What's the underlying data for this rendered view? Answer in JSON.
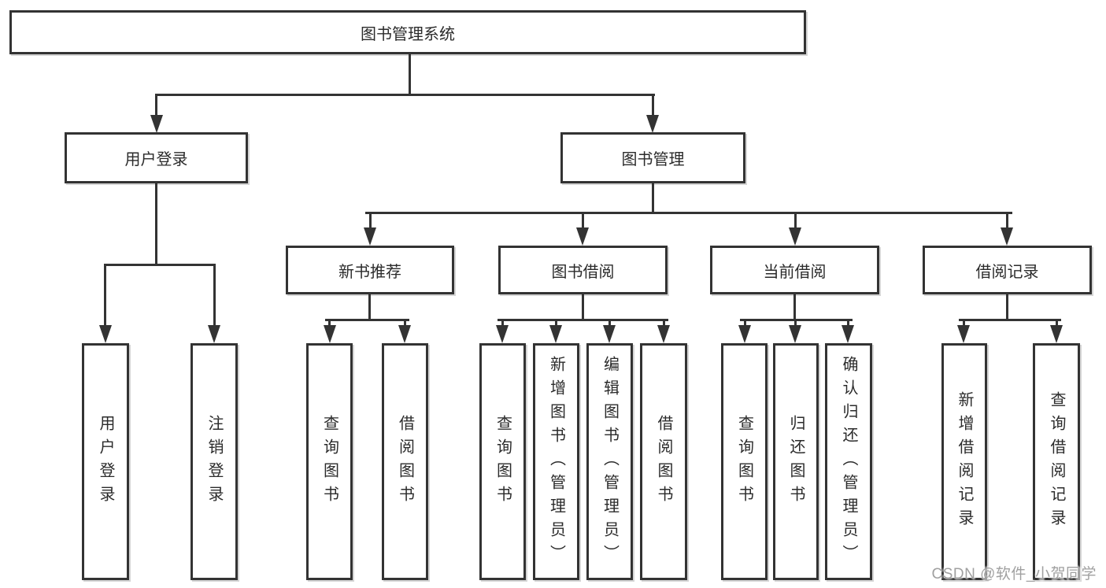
{
  "diagram": {
    "title": "图书管理系统",
    "line_color": "#333333",
    "level2": [
      {
        "label": "用户登录"
      },
      {
        "label": "图书管理"
      }
    ],
    "level3": [
      {
        "label": "新书推荐"
      },
      {
        "label": "图书借阅"
      },
      {
        "label": "当前借阅"
      },
      {
        "label": "借阅记录"
      }
    ],
    "leaves": [
      {
        "label": "用户登录"
      },
      {
        "label": "注销登录"
      },
      {
        "label": "查询图书"
      },
      {
        "label": "借阅图书"
      },
      {
        "label": "查询图书"
      },
      {
        "label": "新增图书（管理员）"
      },
      {
        "label": "编辑图书（管理员）"
      },
      {
        "label": "借阅图书"
      },
      {
        "label": "查询图书"
      },
      {
        "label": "归还图书"
      },
      {
        "label": "确认归还（管理员）"
      },
      {
        "label": "新增借阅记录"
      },
      {
        "label": "查询借阅记录"
      }
    ]
  },
  "watermark": {
    "text": "CSDN @软件_小贺同学"
  }
}
